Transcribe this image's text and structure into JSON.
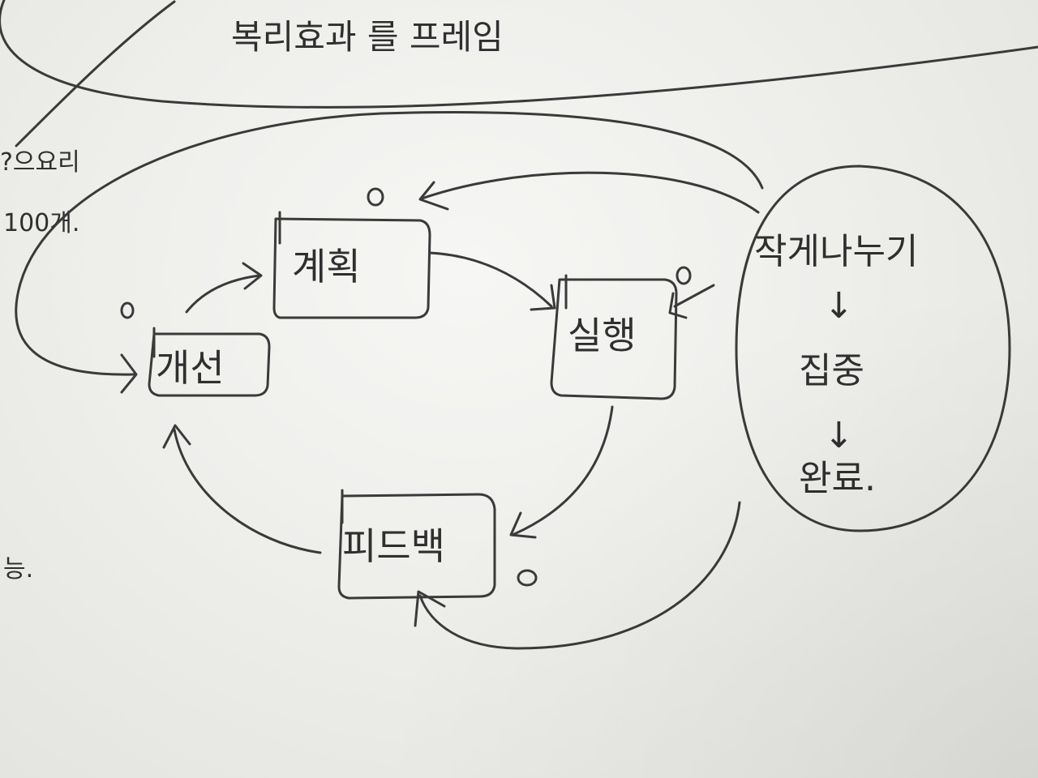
{
  "header": {
    "title": "복리효과 를 프레임"
  },
  "side_notes": {
    "top": "?으요리",
    "bottom": "100개.",
    "lower": "능."
  },
  "cycle": {
    "nodes": {
      "plan": "계획",
      "execute": "실행",
      "feedback": "피드백",
      "improve": "개선"
    }
  },
  "process": {
    "steps": [
      "작게나누기",
      "집중",
      "완료."
    ],
    "arrow": "↓"
  },
  "colors": {
    "board": "#f2f2ef",
    "ink": "#3a3a3a"
  }
}
